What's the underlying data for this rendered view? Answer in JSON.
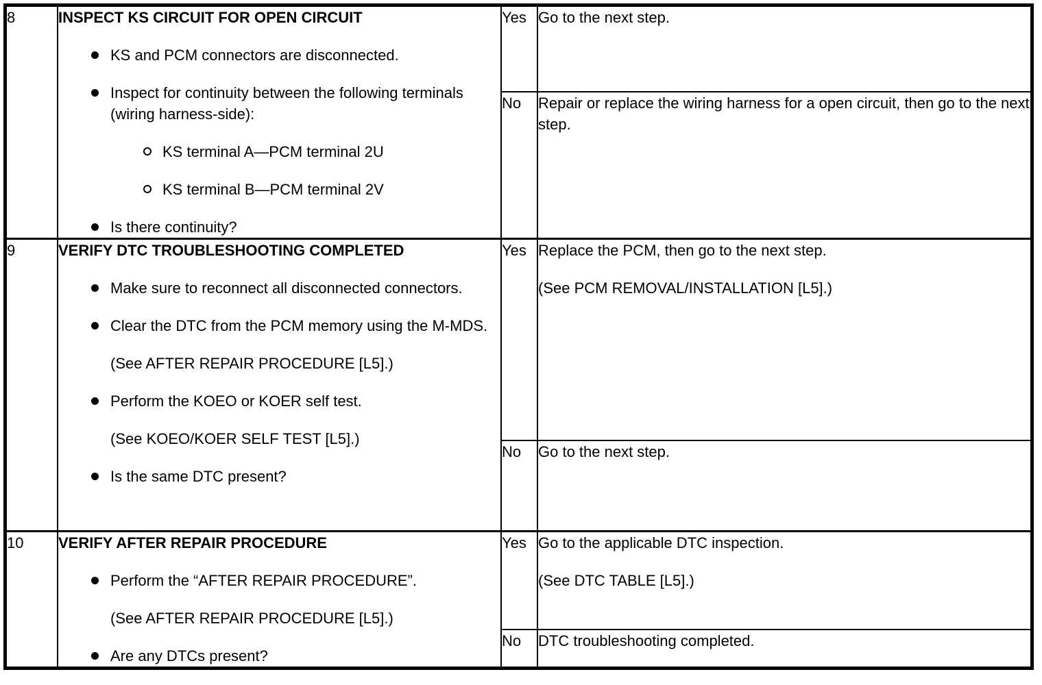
{
  "table": {
    "rows": [
      {
        "step": "8",
        "title": "INSPECT KS CIRCUIT FOR OPEN CIRCUIT",
        "items": [
          {
            "type": "bullet",
            "text": "KS and PCM connectors are disconnected."
          },
          {
            "type": "bullet",
            "text": "Inspect for continuity between the following terminals (wiring harness-side):"
          },
          {
            "type": "subbullet",
            "text": "KS terminal A—PCM terminal 2U"
          },
          {
            "type": "subbullet",
            "text": "KS terminal B—PCM terminal 2V"
          },
          {
            "type": "bullet",
            "text": "Is there continuity?"
          }
        ],
        "yes": {
          "label": "Yes",
          "lines": [
            "Go to the next step."
          ]
        },
        "no": {
          "label": "No",
          "lines": [
            "Repair or replace the wiring harness for a open circuit, then go to the next step."
          ]
        }
      },
      {
        "step": "9",
        "title": "VERIFY DTC TROUBLESHOOTING COMPLETED",
        "items": [
          {
            "type": "bullet",
            "text": "Make sure to reconnect all disconnected connectors."
          },
          {
            "type": "bullet",
            "text": "Clear the DTC from the PCM memory using the M-MDS."
          },
          {
            "type": "note",
            "text": "(See AFTER REPAIR PROCEDURE [L5].)"
          },
          {
            "type": "bullet",
            "text": "Perform the KOEO or KOER self test."
          },
          {
            "type": "note",
            "text": "(See KOEO/KOER SELF TEST [L5].)"
          },
          {
            "type": "bullet",
            "text": "Is the same DTC present?"
          }
        ],
        "yes": {
          "label": "Yes",
          "lines": [
            "Replace the PCM, then go to the next step.",
            "(See PCM REMOVAL/INSTALLATION [L5].)"
          ]
        },
        "no": {
          "label": "No",
          "lines": [
            "Go to the next step."
          ]
        }
      },
      {
        "step": "10",
        "title": "VERIFY AFTER REPAIR PROCEDURE",
        "items": [
          {
            "type": "bullet",
            "text": "Perform the “AFTER REPAIR PROCEDURE”."
          },
          {
            "type": "note",
            "text": "(See AFTER REPAIR PROCEDURE [L5].)"
          },
          {
            "type": "bullet",
            "text": "Are any DTCs present?"
          }
        ],
        "yes": {
          "label": "Yes",
          "lines": [
            "Go to the applicable DTC inspection.",
            "(See DTC TABLE [L5].)"
          ]
        },
        "no": {
          "label": "No",
          "lines": [
            "DTC troubleshooting completed."
          ]
        }
      }
    ]
  }
}
